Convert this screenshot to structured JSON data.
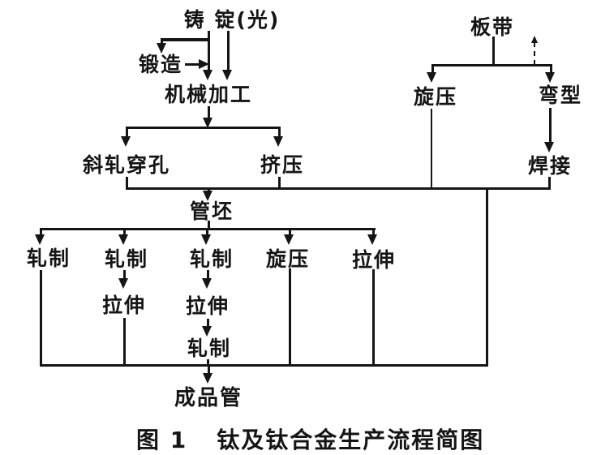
{
  "figure": {
    "fig_label": "图 1",
    "fig_title": "钛及钛合金生产流程简图"
  },
  "nodes": {
    "cast_ingot": "铸 锭(光)",
    "forging": "锻造",
    "machining": "机械加工",
    "cross_roll_piercing": "斜轧穿孔",
    "extrusion": "挤压",
    "plate_strip": "板带",
    "spinning_top": "旋压",
    "bending": "弯型",
    "welding": "焊接",
    "tube_billet": "管坯",
    "rolling_1": "轧制",
    "rolling_2": "轧制",
    "rolling_3": "轧制",
    "spinning_mid": "旋压",
    "drawing_right": "拉伸",
    "drawing_1": "拉伸",
    "drawing_2": "拉伸",
    "rolling_4": "轧制",
    "finished_tube": "成品管"
  },
  "edges": [
    {
      "from": "cast_ingot",
      "to": "forging"
    },
    {
      "from": "forging",
      "to": "machining"
    },
    {
      "from": "cast_ingot",
      "to": "machining"
    },
    {
      "from": "machining",
      "to": "cross_roll_piercing"
    },
    {
      "from": "machining",
      "to": "extrusion"
    },
    {
      "from": "cross_roll_piercing",
      "to": "tube_billet"
    },
    {
      "from": "extrusion",
      "to": "tube_billet"
    },
    {
      "from": "plate_strip",
      "to": "spinning_top"
    },
    {
      "from": "plate_strip",
      "to": "bending"
    },
    {
      "from": "bending",
      "to": "welding"
    },
    {
      "from": "spinning_top",
      "to": "tube_billet"
    },
    {
      "from": "welding",
      "to": "tube_billet"
    },
    {
      "from": "spinning_top",
      "to": "finished_tube"
    },
    {
      "from": "welding",
      "to": "finished_tube"
    },
    {
      "from": "tube_billet",
      "to": "rolling_1"
    },
    {
      "from": "tube_billet",
      "to": "rolling_2"
    },
    {
      "from": "tube_billet",
      "to": "rolling_3"
    },
    {
      "from": "tube_billet",
      "to": "spinning_mid"
    },
    {
      "from": "tube_billet",
      "to": "drawing_right"
    },
    {
      "from": "rolling_2",
      "to": "drawing_1"
    },
    {
      "from": "rolling_3",
      "to": "drawing_2"
    },
    {
      "from": "drawing_2",
      "to": "rolling_4"
    },
    {
      "from": "rolling_1",
      "to": "finished_tube"
    },
    {
      "from": "drawing_1",
      "to": "finished_tube"
    },
    {
      "from": "rolling_4",
      "to": "finished_tube"
    },
    {
      "from": "spinning_mid",
      "to": "finished_tube"
    },
    {
      "from": "drawing_right",
      "to": "finished_tube"
    }
  ],
  "colors": {
    "ink": "#151515",
    "paper": "#ffffff"
  }
}
